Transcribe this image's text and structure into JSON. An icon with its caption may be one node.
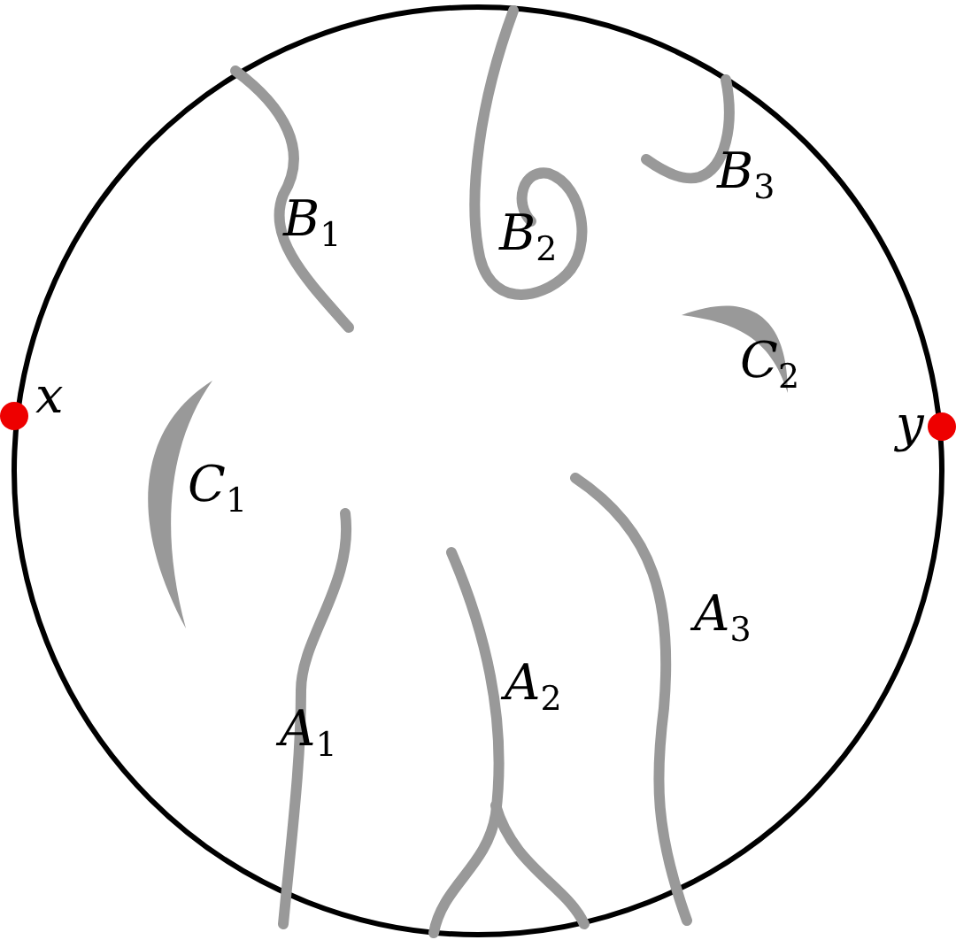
{
  "diagram": {
    "labels": [
      "x",
      "y",
      "B$_{1}$",
      "B$_{2}$",
      "B$_{3}$",
      "C$_{1}$",
      "C$_{2}$",
      "A$_{1}$",
      "A$_{2}$",
      "A$_{3}$"
    ]
  }
}
